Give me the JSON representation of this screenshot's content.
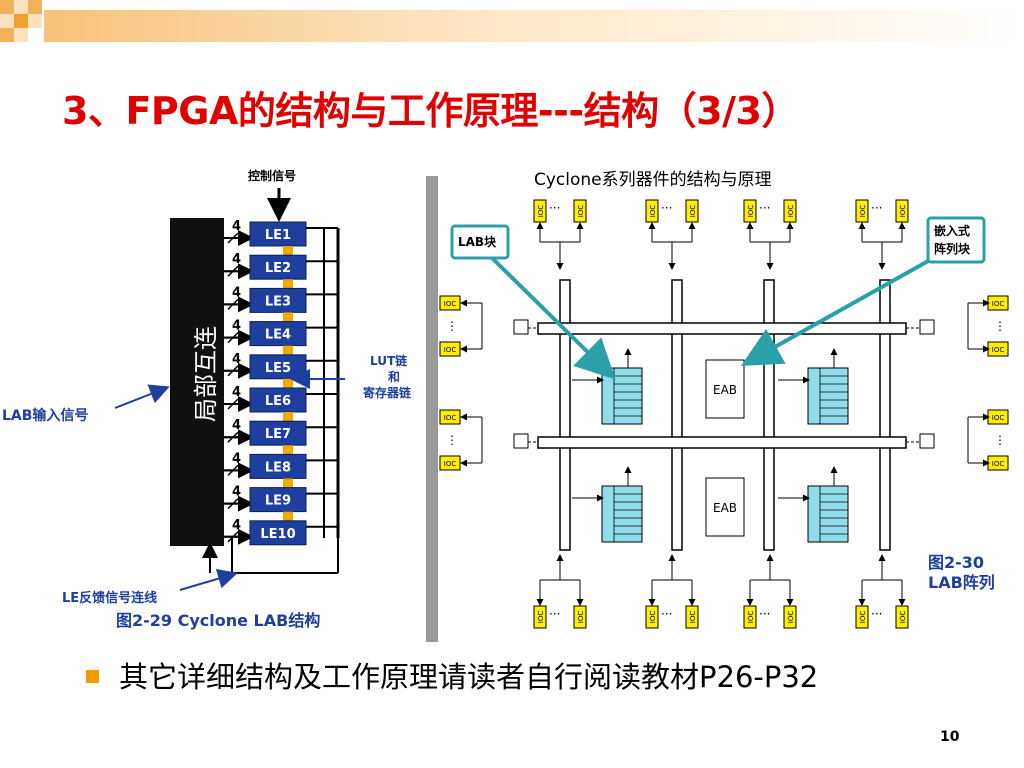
{
  "slide": {
    "title": "3、FPGA的结构与工作原理---结构（3/3）",
    "bullet": "其它详细结构及工作原理请读者自行阅读教材P26-P32",
    "page_number": "10"
  },
  "lab_figure": {
    "top_label": "控制信号",
    "local_interconnect": "局部互连",
    "input_label": "LAB输入信号",
    "lut_chain_label": "LUT链",
    "and_label": "和",
    "register_chain_label": "寄存器链",
    "feedback_label": "LE反馈信号连线",
    "caption": "图2-29 Cyclone LAB结构",
    "input_width": "4",
    "les": [
      "LE1",
      "LE2",
      "LE3",
      "LE4",
      "LE5",
      "LE6",
      "LE7",
      "LE8",
      "LE9",
      "LE10"
    ]
  },
  "array_figure": {
    "title": "Cyclone系列器件的结构与原理",
    "lab_callout": "LAB块",
    "eab_callout_line1": "嵌入式",
    "eab_callout_line2": "阵列块",
    "ioc": "IOC",
    "eab": "EAB",
    "caption_line1": "图2-30",
    "caption_line2": "LAB阵列"
  },
  "colors": {
    "title": "#e00000",
    "bullet": "#f29c00",
    "le_block": "#1f3f9f",
    "lab_block": "#8fdcea",
    "ioc_fill": "#ffee00",
    "callout_line": "#2aa0a8",
    "arrow_blue": "#1f3f9f"
  }
}
